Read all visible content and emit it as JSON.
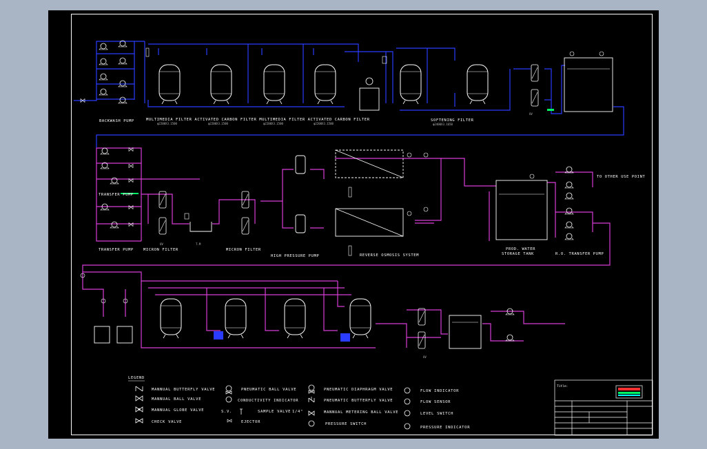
{
  "sections": {
    "top": {
      "backwash_pump": "BACKWASH PUMP",
      "filters_row": "MULTIMEDIA FILTER  ACTIVATED CARBON FILTER  MULTIMEDIA FILTER  ACTIVATED CARBON FILTER",
      "filter_size_1": "φ2200X3.1500",
      "filter_size_2": "φ2200X3.1500",
      "filter_size_3": "φ2200X3.1500",
      "filter_size_4": "φ2200X3.1500",
      "softening_filter": "SOFTENING FILTER",
      "softening_size": "φ2400X3.1650"
    },
    "middle": {
      "to_other_use_point": "TO OTHER USE POINT",
      "transfer_pump": "TRANSFER PUMP",
      "transfer_pump_2": "TRANSFER PUMP",
      "high_pressure_pump": "HIGH PRESSURE PUMP",
      "reverse_osmosis_system": "REVERSE OSMOSIS SYSTEM",
      "prod_water_storage_tank": "PROD. WATER",
      "prod_water_storage_tank_2": "STORAGE TANK",
      "ro_transfer_pump": "R.O. TRANSFER PUMP",
      "micron_filter_1": "MICRON FILTER",
      "micron_filter_2": "MICRON FILTER",
      "t_m": "T.M",
      "uv": "UV",
      "uv_2": "UV"
    },
    "bottom": {
      "uv_3": "UV"
    }
  },
  "legend": {
    "title": "LEGEND",
    "items": [
      {
        "label": "MANNUAL BUTTERFLY VALVE",
        "icon": "butterfly-valve-icon"
      },
      {
        "label": "MANNUAL BALL VALVE",
        "icon": "ball-valve-icon"
      },
      {
        "label": "MANNUAL GLOBE VALVE",
        "icon": "globe-valve-icon"
      },
      {
        "label": "CHECK VALVE",
        "icon": "check-valve-icon"
      },
      {
        "label": "PNEUMATIC BALL VALVE",
        "icon": "pneumatic-ball-valve-icon"
      },
      {
        "label": "CONDUCTIVITY INDICATOR",
        "icon": "conductivity-indicator-icon"
      },
      {
        "label": "SAMPLE VALVE",
        "icon": "sample-valve-icon"
      },
      {
        "label": "EJECTOR",
        "icon": "ejector-icon"
      },
      {
        "label": "PNEUMATIC DIAPHRAGM VALVE",
        "icon": "pneumatic-diaphragm-valve-icon"
      },
      {
        "label": "PNEUMATIC BUTTERFLY VALVE",
        "icon": "pneumatic-butterfly-valve-icon"
      },
      {
        "label": "MANNUAL METERING BALL VALVE",
        "icon": "metering-ball-valve-icon"
      },
      {
        "label": "PRESSURE SWITCH",
        "icon": "pressure-switch-icon"
      },
      {
        "label": "FLOW INDICATOR",
        "icon": "flow-indicator-icon"
      },
      {
        "label": "FLOW SENSOR",
        "icon": "flow-sensor-icon"
      },
      {
        "label": "LEVEL SWITCH",
        "icon": "level-switch-icon"
      },
      {
        "label": "PRESSURE INDICATOR",
        "icon": "pressure-indicator-icon"
      }
    ],
    "sv_code": "S.V.",
    "sv_suffix": "1/4\""
  },
  "title_block": {
    "title": "Title:"
  },
  "colors": {
    "blue": "#2a3cff",
    "magenta": "#d83cd8",
    "white": "#ffffff",
    "green": "#00ff66",
    "cyan": "#00ffff",
    "red": "#ff3030",
    "background": "#000000"
  }
}
